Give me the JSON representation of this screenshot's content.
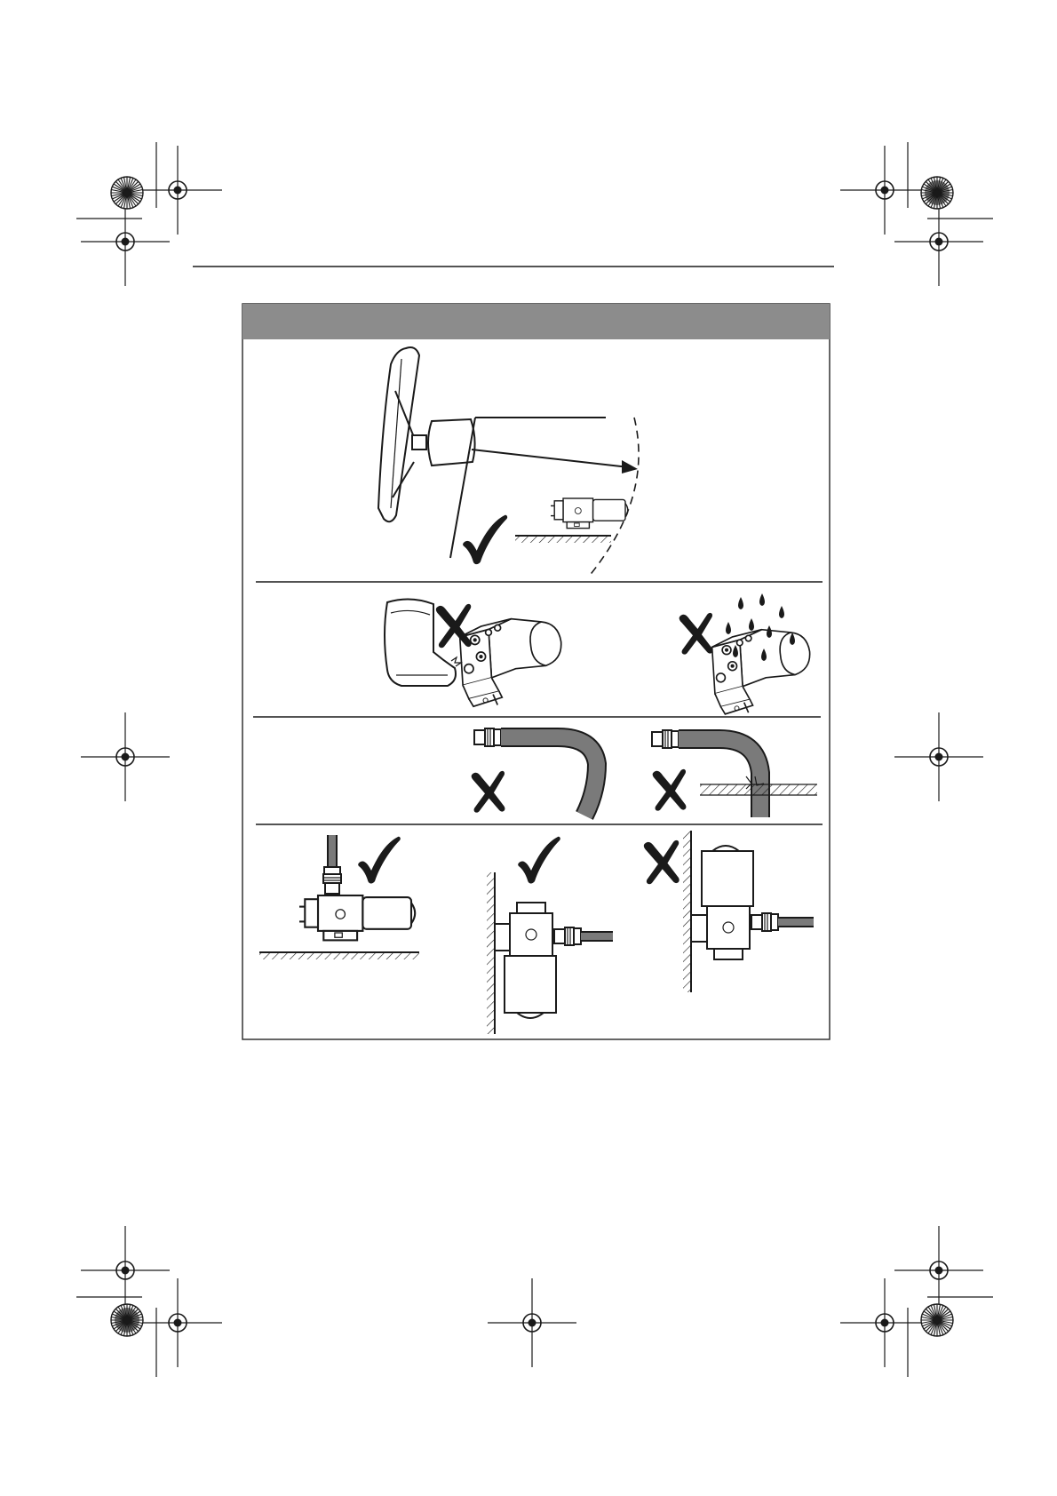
{
  "page": {
    "background": "#ffffff",
    "ink": "#1a1a1a"
  },
  "panel": {
    "header_color": "#8c8c8c",
    "border_color": "#333333"
  },
  "hose_color": "#7a7a7a",
  "figures": [
    {
      "id": "compass-distance",
      "verdict": "check-icon"
    },
    {
      "id": "kick-damage",
      "verdict": "cross-icon"
    },
    {
      "id": "water-exposure",
      "verdict": "cross-icon"
    },
    {
      "id": "hose-slack-bend",
      "verdict": "cross-icon"
    },
    {
      "id": "hose-bulkhead-kink",
      "verdict": "cross-icon"
    },
    {
      "id": "mount-horizontal",
      "verdict": "check-icon"
    },
    {
      "id": "mount-vertical-motor-down",
      "verdict": "check-icon"
    },
    {
      "id": "mount-vertical-motor-up",
      "verdict": "cross-icon"
    }
  ]
}
